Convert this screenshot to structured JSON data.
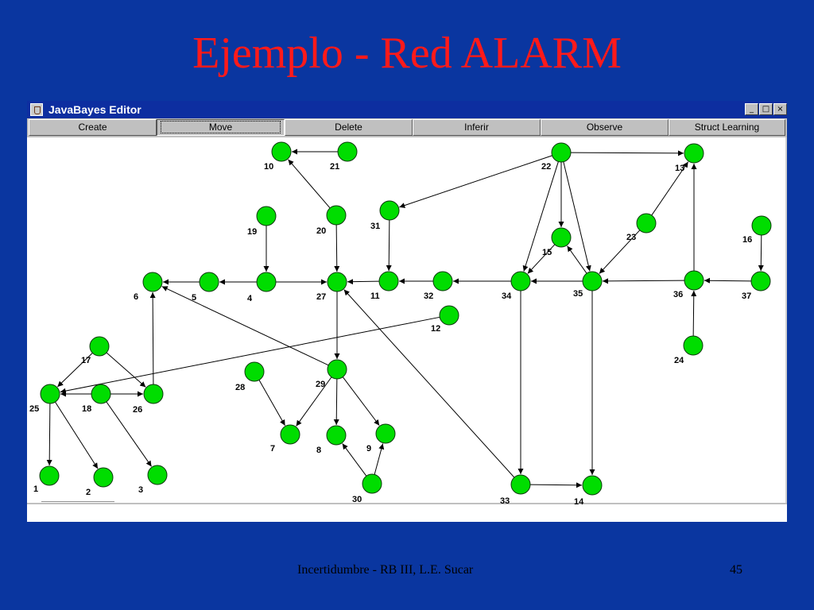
{
  "slide": {
    "title": "Ejemplo - Red ALARM",
    "footer_left": "Incertidumbre - RB III, L.E. Sucar",
    "page_number": "45"
  },
  "window": {
    "title": "JavaBayes Editor",
    "icon": "java-cup-icon",
    "controls": {
      "minimize": "_",
      "maximize": "□",
      "close": "×"
    }
  },
  "toolbar": {
    "buttons": [
      "Create",
      "Move",
      "Delete",
      "Inferir",
      "Observe",
      "Struct Learning"
    ],
    "active": "Move"
  },
  "network": {
    "nodes": [
      "1",
      "2",
      "3",
      "4",
      "5",
      "6",
      "7",
      "8",
      "9",
      "10",
      "11",
      "12",
      "13",
      "14",
      "15",
      "16",
      "17",
      "18",
      "19",
      "20",
      "21",
      "22",
      "23",
      "24",
      "25",
      "26",
      "27",
      "28",
      "29",
      "30",
      "31",
      "32",
      "33",
      "34",
      "35",
      "36",
      "37"
    ],
    "edges": [
      [
        "21",
        "10"
      ],
      [
        "20",
        "10"
      ],
      [
        "20",
        "27"
      ],
      [
        "19",
        "4"
      ],
      [
        "4",
        "27"
      ],
      [
        "4",
        "5"
      ],
      [
        "5",
        "6"
      ],
      [
        "11",
        "27"
      ],
      [
        "31",
        "11"
      ],
      [
        "32",
        "11"
      ],
      [
        "34",
        "32"
      ],
      [
        "22",
        "31"
      ],
      [
        "22",
        "13"
      ],
      [
        "22",
        "34"
      ],
      [
        "22",
        "15"
      ],
      [
        "22",
        "35"
      ],
      [
        "23",
        "13"
      ],
      [
        "23",
        "35"
      ],
      [
        "15",
        "34"
      ],
      [
        "35",
        "15"
      ],
      [
        "35",
        "34"
      ],
      [
        "36",
        "35"
      ],
      [
        "36",
        "13"
      ],
      [
        "37",
        "36"
      ],
      [
        "16",
        "37"
      ],
      [
        "24",
        "36"
      ],
      [
        "34",
        "33"
      ],
      [
        "35",
        "14"
      ],
      [
        "33",
        "14"
      ],
      [
        "33",
        "27"
      ],
      [
        "27",
        "29"
      ],
      [
        "29",
        "6"
      ],
      [
        "29",
        "7"
      ],
      [
        "29",
        "8"
      ],
      [
        "29",
        "9"
      ],
      [
        "28",
        "7"
      ],
      [
        "30",
        "8"
      ],
      [
        "30",
        "9"
      ],
      [
        "12",
        "25"
      ],
      [
        "17",
        "25"
      ],
      [
        "17",
        "26"
      ],
      [
        "18",
        "25"
      ],
      [
        "18",
        "26"
      ],
      [
        "18",
        "3"
      ],
      [
        "26",
        "6"
      ],
      [
        "25",
        "1"
      ],
      [
        "25",
        "2"
      ]
    ]
  }
}
